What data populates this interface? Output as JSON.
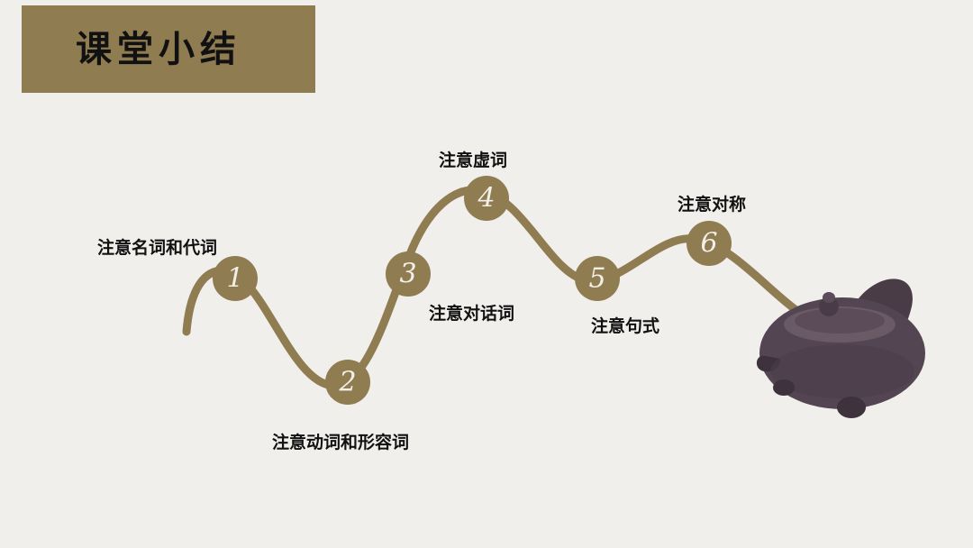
{
  "title": "课堂小结",
  "nodes": [
    {
      "number": "1",
      "label": "注意名词和代词"
    },
    {
      "number": "2",
      "label": "注意动词和形容词"
    },
    {
      "number": "3",
      "label": "注意对话词"
    },
    {
      "number": "4",
      "label": "注意虚词"
    },
    {
      "number": "5",
      "label": "注意句式"
    },
    {
      "number": "6",
      "label": "注意对称"
    }
  ],
  "colors": {
    "accent": "#8f7c51",
    "background": "#f1efec",
    "text": "#111111"
  }
}
